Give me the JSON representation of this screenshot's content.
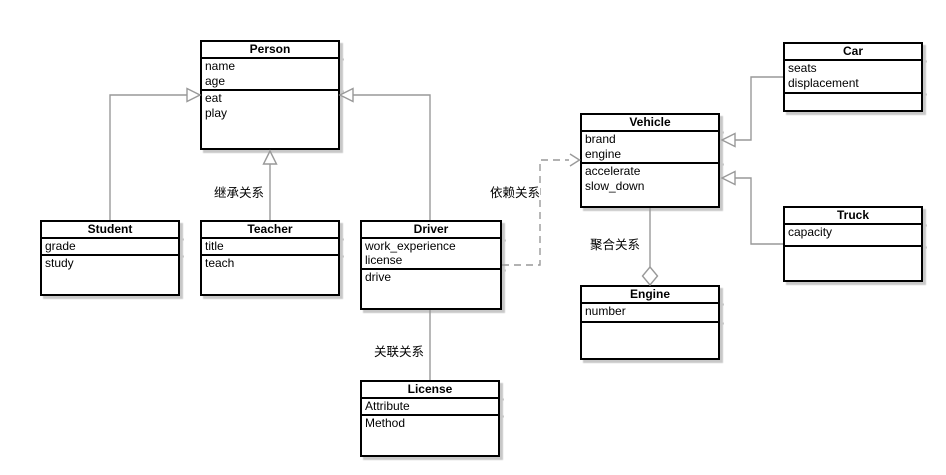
{
  "diagram": {
    "type": "uml-class-diagram",
    "colors": {
      "box_border": "#000000",
      "box_fill": "#ffffff",
      "connector": "#999999",
      "shadow": "#c8c8c8",
      "text": "#000000"
    }
  },
  "classes": {
    "person": {
      "title": "Person",
      "attributes": [
        "name",
        "age"
      ],
      "methods": [
        "eat",
        "play"
      ]
    },
    "student": {
      "title": "Student",
      "attributes": [
        "grade"
      ],
      "methods": [
        "study"
      ]
    },
    "teacher": {
      "title": "Teacher",
      "attributes": [
        "title"
      ],
      "methods": [
        "teach"
      ]
    },
    "driver": {
      "title": "Driver",
      "attributes": [
        "work_experience",
        "license"
      ],
      "methods": [
        "drive"
      ]
    },
    "license": {
      "title": "License",
      "attributes": [
        "Attribute"
      ],
      "methods": [
        "Method"
      ]
    },
    "vehicle": {
      "title": "Vehicle",
      "attributes": [
        "brand",
        "engine"
      ],
      "methods": [
        "accelerate",
        "slow_down"
      ]
    },
    "engine": {
      "title": "Engine",
      "attributes": [
        "number"
      ],
      "methods": []
    },
    "car": {
      "title": "Car",
      "attributes": [
        "seats",
        "displacement"
      ],
      "methods": []
    },
    "truck": {
      "title": "Truck",
      "attributes": [
        "capacity"
      ],
      "methods": []
    }
  },
  "relationships": [
    {
      "from": "Student",
      "to": "Person",
      "type": "inheritance",
      "label": ""
    },
    {
      "from": "Teacher",
      "to": "Person",
      "type": "inheritance",
      "label": "继承关系"
    },
    {
      "from": "Driver",
      "to": "Person",
      "type": "inheritance",
      "label": ""
    },
    {
      "from": "Driver",
      "to": "License",
      "type": "association",
      "label": "关联关系"
    },
    {
      "from": "Driver",
      "to": "Vehicle",
      "type": "dependency",
      "label": "依赖关系"
    },
    {
      "from": "Vehicle",
      "to": "Engine",
      "type": "aggregation",
      "label": "聚合关系"
    },
    {
      "from": "Car",
      "to": "Vehicle",
      "type": "inheritance",
      "label": ""
    },
    {
      "from": "Truck",
      "to": "Vehicle",
      "type": "inheritance",
      "label": ""
    }
  ]
}
